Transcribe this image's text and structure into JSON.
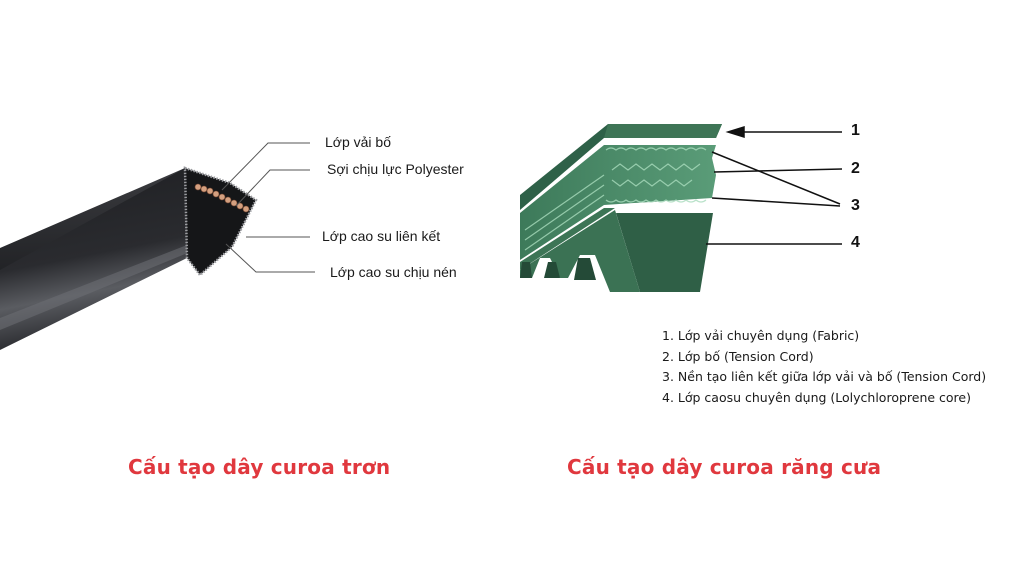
{
  "left_diagram": {
    "title": "Cấu tạo dây curoa trơn",
    "labels": [
      "Lớp vải bố",
      "Sợi chịu lực Polyester",
      "Lớp cao su liên kết",
      "Lớp cao su chịu nén"
    ]
  },
  "right_diagram": {
    "title": "Cấu tạo dây curoa răng cưa",
    "callouts": [
      "1",
      "2",
      "3",
      "4"
    ],
    "legend": [
      "1. Lớp vải chuyên dụng (Fabric)",
      "2. Lớp bố (Tension Cord)",
      "3. Nền tạo liên kết giữa lớp vải và bố (Tension Cord)",
      "4. Lớp caosu chuyên dụng (Lolychloroprene core)"
    ]
  },
  "colors": {
    "caption_red": "#e0383e",
    "belt_black": "#1e1f22",
    "belt_green": "#3f7a5c",
    "belt_green_dark": "#2c5a43",
    "belt_green_light": "#8cc9a6"
  }
}
